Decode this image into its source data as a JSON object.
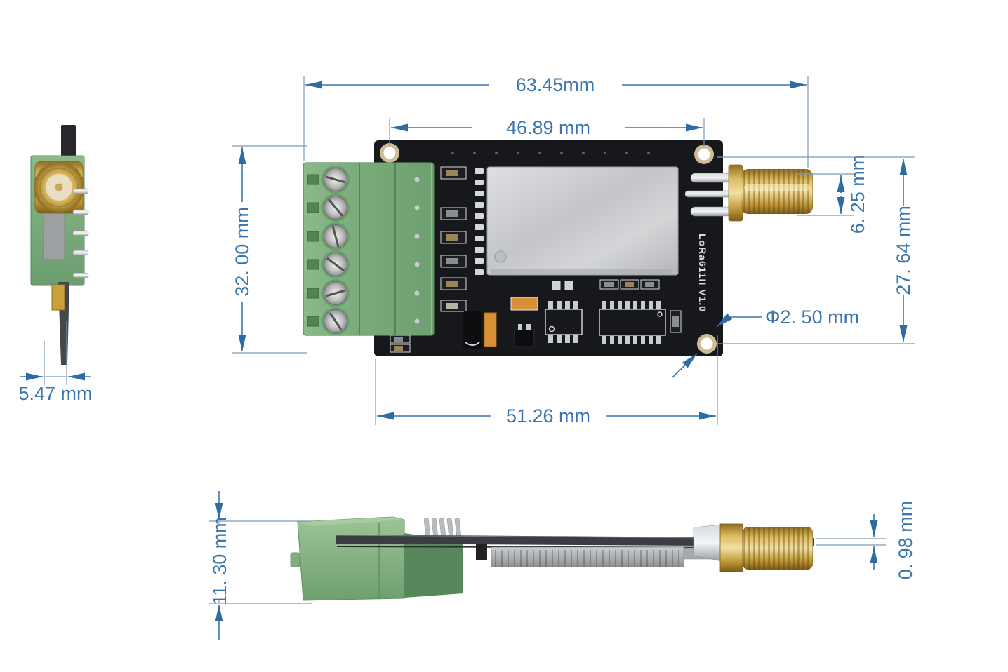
{
  "drawing": {
    "type": "technical-dimension-diagram",
    "subject": "LoRa wireless module with screw terminal block and SMA antenna connector"
  },
  "dimensions": {
    "overall_width": "63.45mm",
    "hole_spacing_horizontal": "46.89 mm",
    "module_height": "32. 00 mm",
    "sma_diameter": "6. 25 mm",
    "hole_spacing_vertical": "27. 64 mm",
    "hole_diameter": "Φ2. 50 mm",
    "pcb_width": "51.26 mm",
    "edge_thickness": "5.47 mm",
    "terminal_block_height": "11. 30 mm",
    "pcb_thickness": "0. 98 mm"
  },
  "silkscreen": {
    "model_label": "LoRa611II V1.0"
  },
  "colors": {
    "dimension_blue": "#3a76ae",
    "extension_gray_blue": "#7e99b4",
    "pcb_black": "#17181c",
    "terminal_green": "#79ab79",
    "shield_silver": "#c6c8ca",
    "sma_gold": "#d1a94a",
    "screw_silver": "#c2c2c2"
  }
}
